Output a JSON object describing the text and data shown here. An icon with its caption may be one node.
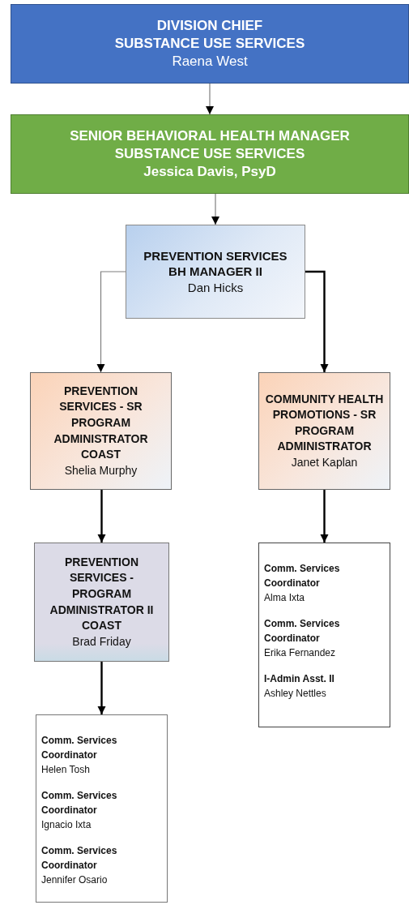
{
  "diagram": {
    "nodes": [
      {
        "text": [
          "DIVISION CHIEF",
          "SUBSTANCE USE SERVICES",
          "Raena West"
        ]
      },
      {
        "text": [
          "SENIOR BEHAVIORAL HEALTH MANAGER",
          "SUBSTANCE USE SERVICES",
          "Jessica Davis, PsyD"
        ]
      },
      {
        "text": [
          "PREVENTION SERVICES",
          "BH MANAGER II",
          "Dan Hicks"
        ]
      },
      {
        "text": [
          "PREVENTION SERVICES - SR PROGRAM ADMINISTRATOR COAST",
          "Shelia Murphy"
        ]
      },
      {
        "text": [
          "COMMUNITY HEALTH PROMOTIONS - SR PROGRAM ADMINISTRATOR",
          "Janet Kaplan"
        ]
      },
      {
        "text": [
          "PREVENTION SERVICES - PROGRAM ADMINISTRATOR II COAST",
          "Brad Friday"
        ]
      },
      {
        "text": [
          "Comm. Services Coordinator",
          "Alma Ixta",
          "Comm. Services Coordinator",
          "Erika Fernandez",
          "I-Admin Asst. II",
          "Ashley Nettles"
        ]
      },
      {
        "text": [
          "Comm. Services Coordinator",
          "Helen Tosh",
          "Comm. Services Coordinator",
          "Ignacio Ixta",
          "Comm. Services Coordinator",
          "Jennifer Osario"
        ]
      }
    ],
    "edges": [
      {
        "from": 0,
        "to": 1,
        "arrow": "to",
        "color": "#7f7f7f"
      },
      {
        "from": 1,
        "to": 2,
        "arrow": "to",
        "color": "#7f7f7f"
      },
      {
        "from": 2,
        "to": 3,
        "arrow": "to",
        "color": "#7f7f7f"
      },
      {
        "from": 2,
        "to": 4,
        "arrow": "to"
      },
      {
        "from": 3,
        "to": 5,
        "arrow": "to"
      },
      {
        "from": 4,
        "to": 6,
        "arrow": "to"
      },
      {
        "from": 5,
        "to": 7,
        "arrow": "to"
      }
    ]
  }
}
